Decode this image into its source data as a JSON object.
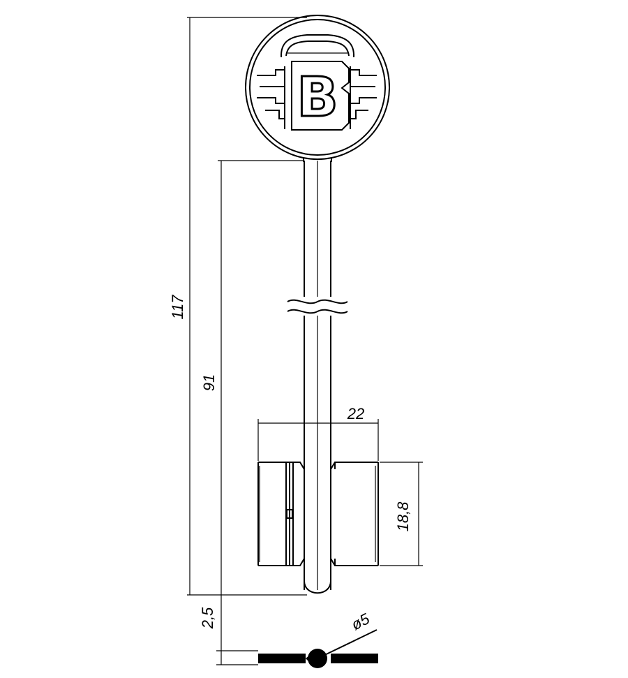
{
  "figure": {
    "head_logo_letter": "B",
    "dimensions": {
      "total_length": "117",
      "shank_length": "91",
      "bit_width": "22",
      "bit_height": "18,8",
      "tip_offset": "2,5",
      "shaft_diameter": "ø5"
    }
  },
  "colors": {
    "line": "#000000",
    "background": "#ffffff"
  }
}
